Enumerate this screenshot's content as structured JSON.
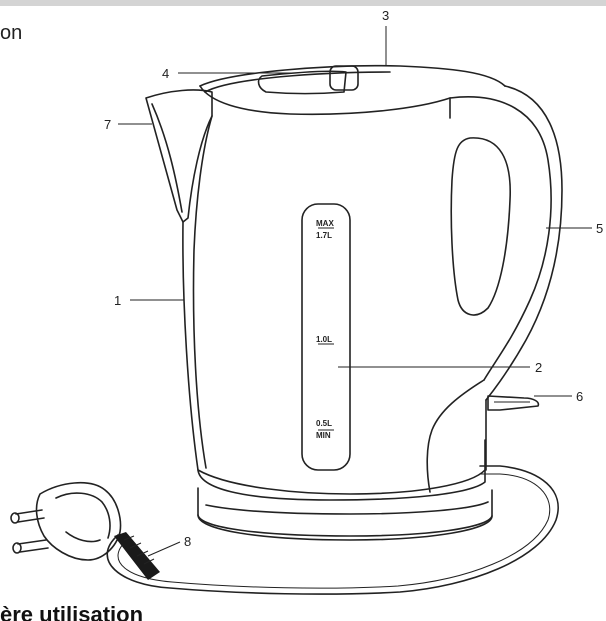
{
  "text": {
    "crop_top": "on",
    "crop_bottom": "ère utilisation"
  },
  "callouts": [
    "1",
    "2",
    "3",
    "4",
    "5",
    "6",
    "7",
    "8"
  ],
  "water_window": {
    "max_top": "MAX",
    "max_bottom": "1.7L",
    "mid": "1.0L",
    "min_top": "0.5L",
    "min_bottom": "MIN"
  },
  "colors": {
    "line": "#222222",
    "background": "#ffffff",
    "rule": "#d4d4d4"
  }
}
